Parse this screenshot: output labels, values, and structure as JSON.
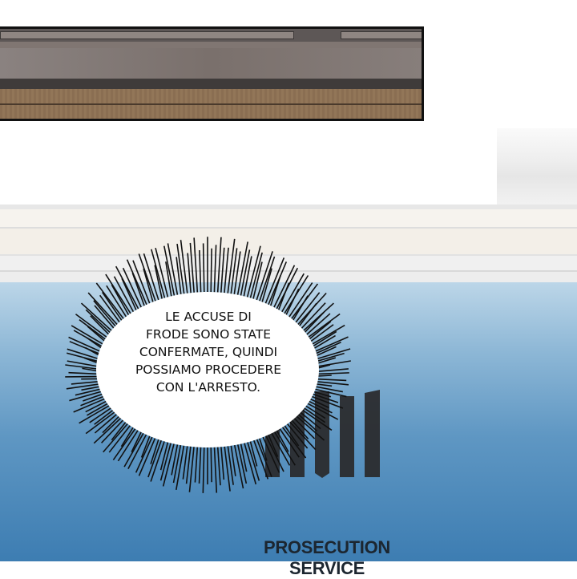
{
  "speech_bubble": {
    "lines": [
      "LE ACCUSE DI",
      "FRODE SONO STATE",
      "CONFERMATE, QUINDI",
      "POSSIAMO PROCEDERE",
      "CON L'ARRESTO."
    ]
  },
  "sign": {
    "text": "PROSECUTION SERVICE",
    "logo_icon": "pillars-logo-icon"
  },
  "colors": {
    "sky_blue_top": "#bcd6e8",
    "sky_blue_bottom": "#3d7db2",
    "logo_dark": "#2a2a2c",
    "wood": "#8a6e52"
  }
}
